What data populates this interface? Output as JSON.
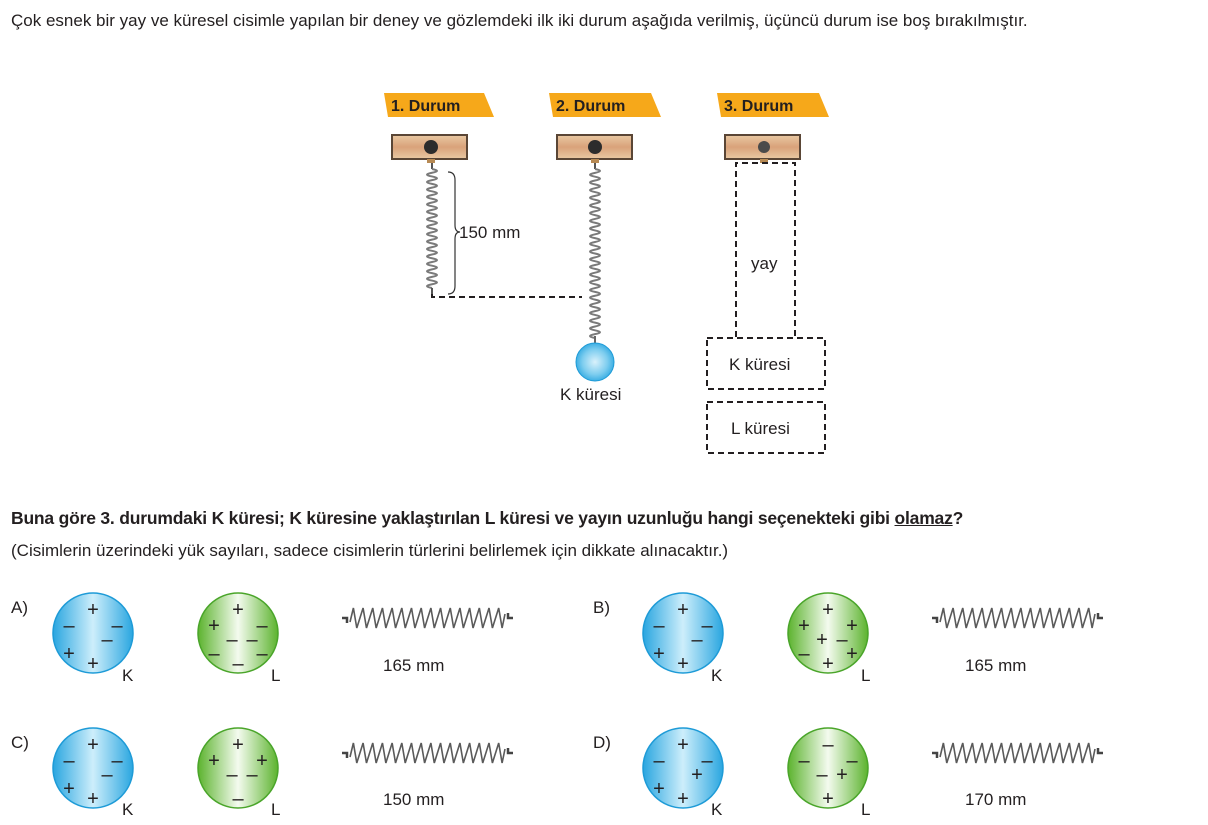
{
  "intro_text": "Çok esnek bir yay ve küresel cisimle yapılan bir deney ve gözlemdeki ilk iki durum aşağıda verilmiş, üçüncü durum ise boş bırakılmıştır.",
  "diagram": {
    "states": [
      {
        "label": "1. Durum",
        "spring_length_label": "150 mm"
      },
      {
        "label": "2. Durum",
        "ball_label": "K küresi"
      },
      {
        "label": "3. Durum",
        "spring_box_label": "yay",
        "k_box_label": "K küresi",
        "l_box_label": "L küresi"
      }
    ],
    "colors": {
      "tag": "#f6a81a",
      "wood": "#e3b98c",
      "k_ball": "#3fb3e8",
      "l_ball": "#6dbf3f"
    }
  },
  "question": {
    "main": "Buna göre 3. durumdaki K küresi; K küresine yaklaştırılan L küresi ve yayın uzunluğu hangi seçenekteki gibi ",
    "emphasis": "olamaz",
    "end": "?",
    "note": "(Cisimlerin üzerindeki yük sayıları, sadece cisimlerin türlerini belirlemek için dikkate alınacaktır.)"
  },
  "options": [
    {
      "letter": "A)",
      "k": {
        "label": "K",
        "positive": 3,
        "negative": 3
      },
      "l": {
        "label": "L",
        "positive": 2,
        "negative": 6
      },
      "length": "165 mm"
    },
    {
      "letter": "B)",
      "k": {
        "label": "K",
        "positive": 3,
        "negative": 3
      },
      "l": {
        "label": "L",
        "positive": 6,
        "negative": 2
      },
      "length": "165 mm"
    },
    {
      "letter": "C)",
      "k": {
        "label": "K",
        "positive": 3,
        "negative": 3
      },
      "l": {
        "label": "L",
        "positive": 3,
        "negative": 3
      },
      "length": "150 mm"
    },
    {
      "letter": "D)",
      "k": {
        "label": "K",
        "positive": 4,
        "negative": 2
      },
      "l": {
        "label": "L",
        "positive": 2,
        "negative": 4
      },
      "length": "170 mm"
    }
  ]
}
